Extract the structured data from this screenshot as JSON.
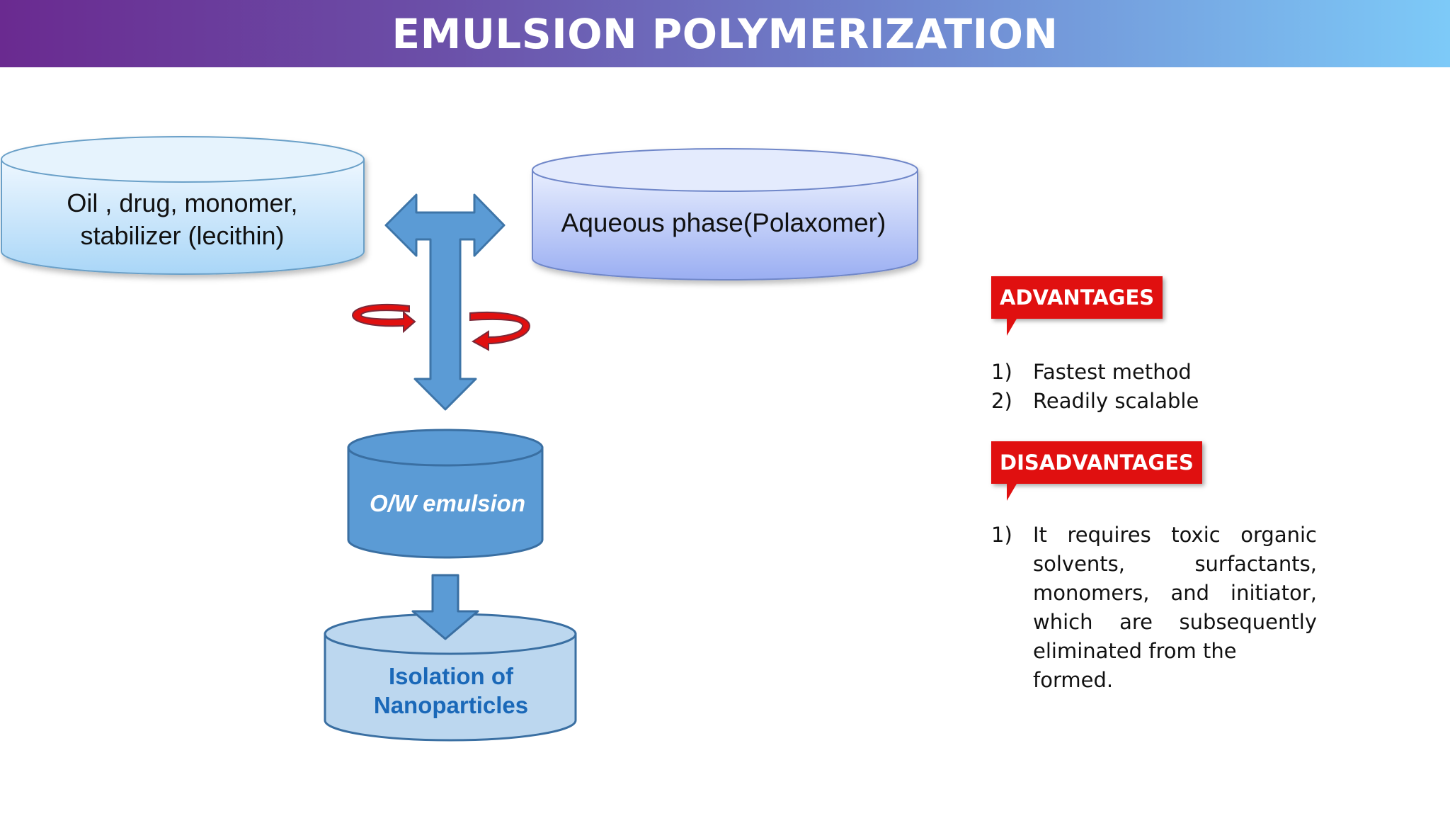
{
  "title": "EMULSION POLYMERIZATION",
  "oil_phase": {
    "line1": "Oil , drug, monomer,",
    "line2": "stabilizer (lecithin)"
  },
  "aqueous_phase": "Aqueous phase(Polaxomer)",
  "emulsion": "O/W emulsion",
  "isolation": {
    "line1": "Isolation of",
    "line2": "Nanoparticles"
  },
  "advantages": {
    "label": "ADVANTAGES",
    "items": [
      {
        "num": "1)",
        "text": "Fastest method"
      },
      {
        "num": "2)",
        "text": "Readily scalable"
      }
    ]
  },
  "disadvantages": {
    "label": "DISADVANTAGES",
    "items": [
      {
        "num": "1)",
        "text_main": "It requires toxic organic solvents, surfactants, monomers, and initiator, which are subsequently",
        "text_last": "eliminated from the formed."
      }
    ]
  },
  "colors": {
    "callout": "#e01010",
    "arrow": "#5b9bd5",
    "rotation": "#e01010"
  }
}
